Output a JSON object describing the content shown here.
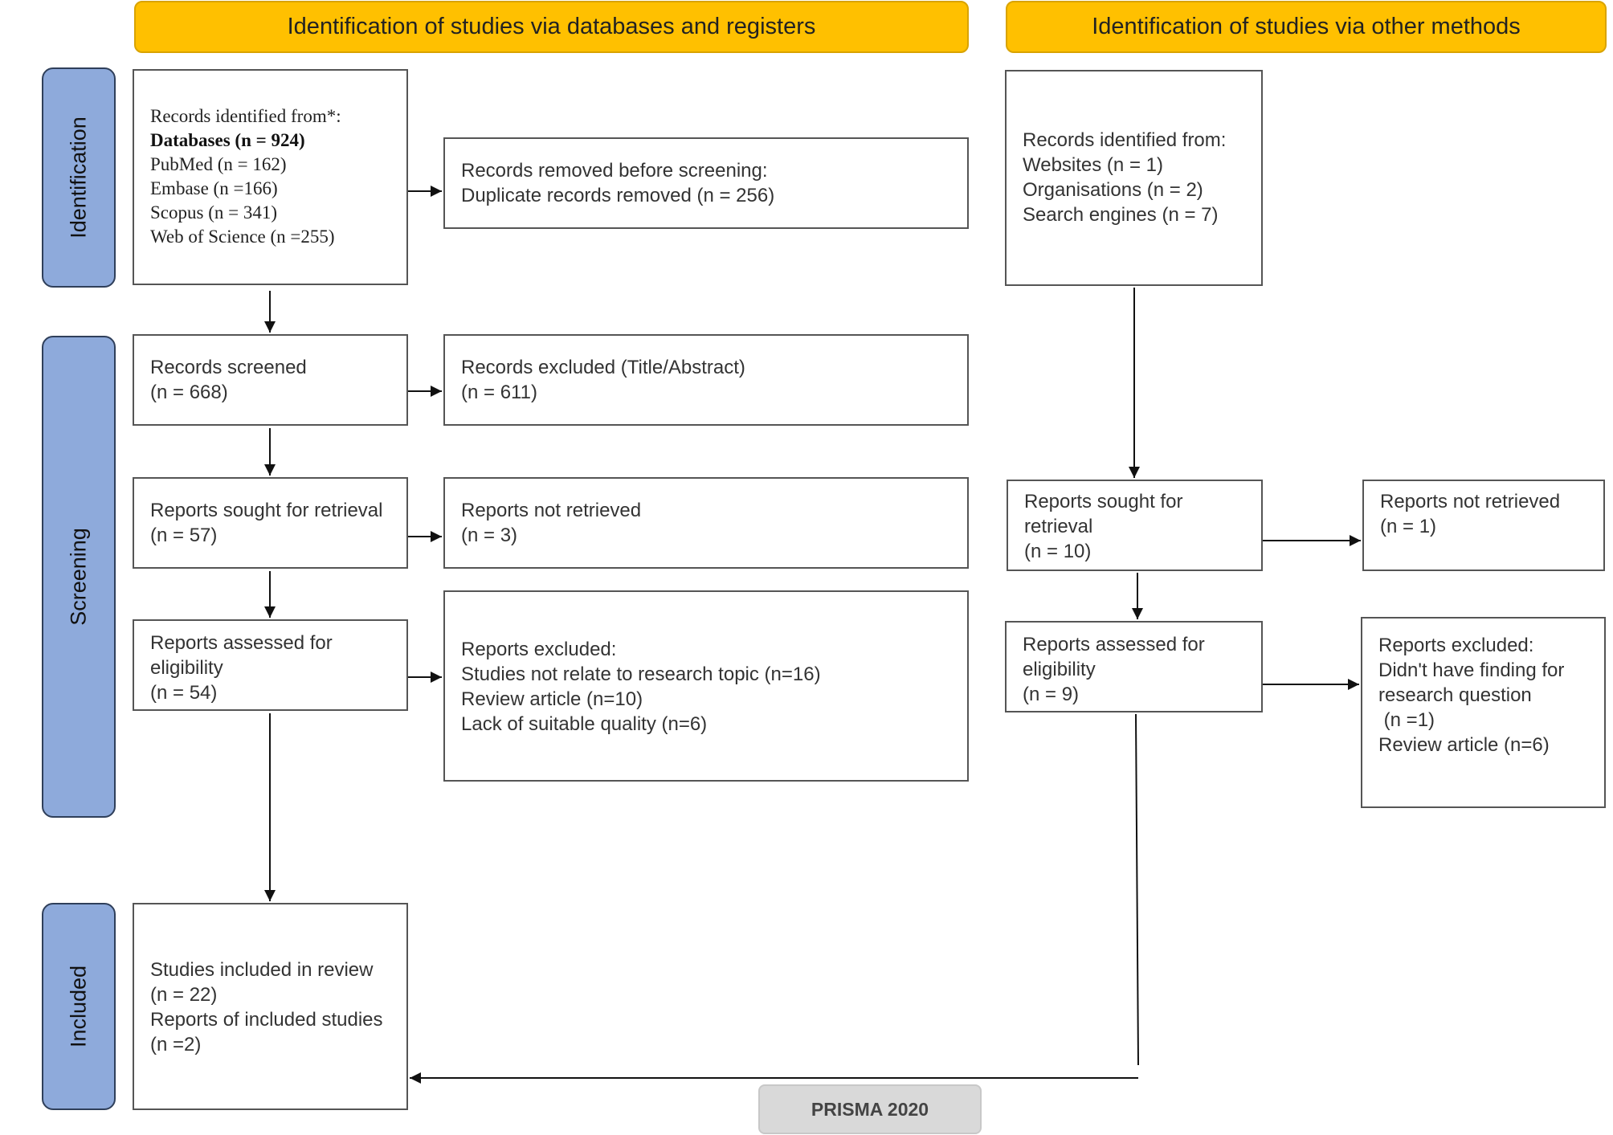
{
  "headers": {
    "databases": "Identification of studies via databases and registers",
    "other": "Identification of studies via other methods"
  },
  "phases": {
    "identification": "Identification",
    "screening": "Screening",
    "included": "Included"
  },
  "left": {
    "records_identified": {
      "title": "Records identified from*:",
      "databases": "Databases (n = 924)",
      "pubmed": "PubMed (n = 162)",
      "embase": "Embase (n =166)",
      "scopus": "Scopus (n = 341)",
      "wos": "Web of Science (n =255)"
    },
    "removed_before_screening": {
      "title": "Records removed before screening:",
      "duplicates": "Duplicate records removed (n = 256)"
    },
    "records_screened": {
      "title": "Records screened",
      "count": "(n = 668)"
    },
    "records_excluded": {
      "title": "Records excluded (Title/Abstract)",
      "count": "(n = 611)"
    },
    "sought_for_retrieval": {
      "title": "Reports sought for retrieval",
      "count": "(n = 57)"
    },
    "not_retrieved": {
      "title": "Reports not retrieved",
      "count": "(n = 3)"
    },
    "assessed_for_eligibility": {
      "line1": "Reports assessed for",
      "line2": "eligibility",
      "count": "(n = 54)"
    },
    "reports_excluded": {
      "title": "Reports excluded:",
      "reason1": "Studies not relate to research topic (n=16)",
      "reason2": "Review article (n=10)",
      "reason3": "Lack of suitable quality (n=6)"
    },
    "included": {
      "line1": "Studies included in review",
      "line2": "(n = 22)",
      "line3": "Reports of included studies",
      "line4": "(n =2)"
    }
  },
  "right": {
    "records_identified": {
      "title": "Records identified from:",
      "websites": "Websites (n = 1)",
      "organisations": "Organisations (n = 2)",
      "search_engines": "Search engines (n = 7)"
    },
    "sought_for_retrieval": {
      "line1": "Reports sought for",
      "line2": "retrieval",
      "count": "(n = 10)"
    },
    "not_retrieved": {
      "title": "Reports not retrieved",
      "count": "(n = 1)"
    },
    "assessed_for_eligibility": {
      "line1": "Reports assessed for",
      "line2": "eligibility",
      "count": "(n = 9)"
    },
    "reports_excluded": {
      "title": "Reports excluded:",
      "line1": "Didn't have finding for",
      "line2": "research question",
      "line3": " (n =1)",
      "line4": "Review article (n=6)"
    }
  },
  "footer": "PRISMA 2020",
  "colors": {
    "header_fill": "#ffc000",
    "phase_fill": "#8eaadb",
    "footer_fill": "#d9d9d9",
    "border": "#555555"
  }
}
